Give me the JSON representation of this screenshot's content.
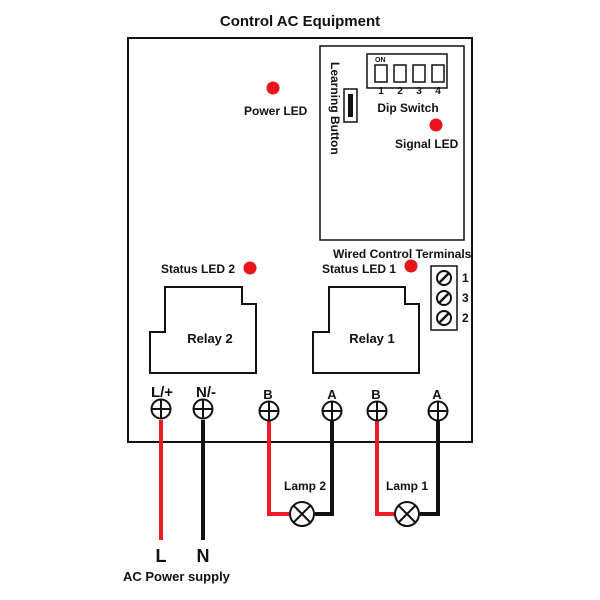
{
  "title": "Control AC Equipment",
  "labels": {
    "power_led": "Power LED",
    "learning_button": "Learning Button",
    "dip_switch": "Dip Switch",
    "signal_led": "Signal LED",
    "wired_control_terminals": "Wired Control Terminals",
    "status_led_1": "Status LED 1",
    "status_led_2": "Status LED 2",
    "relay_1": "Relay 1",
    "relay_2": "Relay 2",
    "lamp_1": "Lamp 1",
    "lamp_2": "Lamp 2",
    "ac_power_supply": "AC Power supply",
    "line": "L",
    "neutral": "N"
  },
  "dip_switch": {
    "on_label": "ON",
    "positions": [
      "1",
      "2",
      "3",
      "4"
    ]
  },
  "terminal_block": [
    "1",
    "3",
    "2"
  ],
  "terminals": [
    "L/+",
    "N/-",
    "B",
    "A",
    "B",
    "A"
  ],
  "colors": {
    "led": "#e8141c",
    "wire_live": "#ee1c25",
    "wire_return": "#111111",
    "outline": "#111111"
  }
}
